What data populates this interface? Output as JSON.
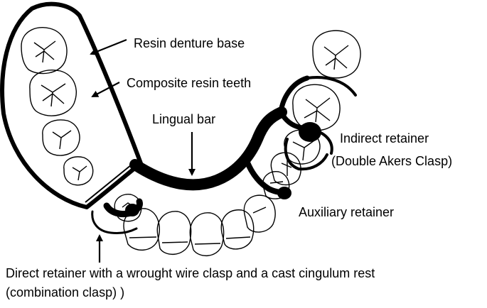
{
  "labels": {
    "resin_base": "Resin denture base",
    "composite_teeth": "Composite resin teeth",
    "lingual_bar": "Lingual bar",
    "indirect_retainer_line1": "Indirect retainer",
    "indirect_retainer_line2": "(Double Akers Clasp)",
    "auxiliary_retainer": "Auxiliary retainer",
    "direct_retainer_line1": "Direct retainer with a wrought wire clasp and a cast cingulum rest",
    "direct_retainer_line2": "(combination clasp) )"
  },
  "colors": {
    "ink": "#000000",
    "background": "#ffffff"
  }
}
